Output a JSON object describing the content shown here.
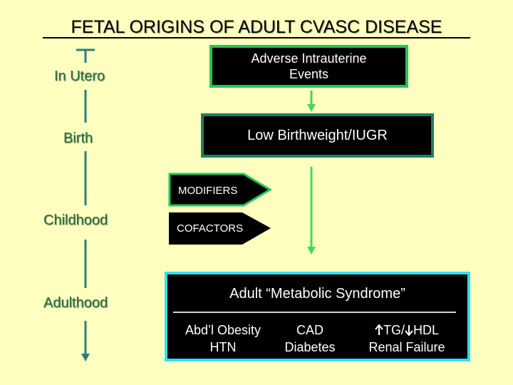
{
  "title": "FETAL ORIGINS OF ADULT CVASC DISEASE",
  "stages": {
    "in_utero": "In Utero",
    "birth": "Birth",
    "childhood": "Childhood",
    "adulthood": "Adulthood"
  },
  "boxes": {
    "adverse_events": {
      "line1": "Adverse Intrauterine",
      "line2": "Events"
    },
    "low_birthweight": "Low Birthweight/IUGR",
    "metabolic_syndrome": {
      "heading": "Adult “Metabolic Syndrome”",
      "conditions": {
        "col1_line1": "Abd’l Obesity",
        "col1_line2": "HTN",
        "col2_line1": "CAD",
        "col2_line2": "Diabetes",
        "col3_line1": "TG/",
        "col3_line1b": "HDL",
        "col3_line2": "Renal Failure"
      }
    }
  },
  "tags": {
    "modifiers": "MODIFIERS",
    "cofactors": "COFACTORS"
  },
  "colors": {
    "background": "#ffffc0",
    "timeline": "#2a7e7e",
    "flow_arrow": "#44d85a",
    "stage_text": "#1f6e3e",
    "box1_border": "#22c55a",
    "box2_border": "#1d7e6c",
    "box3_border": "#30e0ef"
  },
  "icons": {
    "timeline_end": "arrow-down-icon",
    "trend_up": "arrow-up-icon",
    "trend_down": "arrow-down-icon"
  }
}
